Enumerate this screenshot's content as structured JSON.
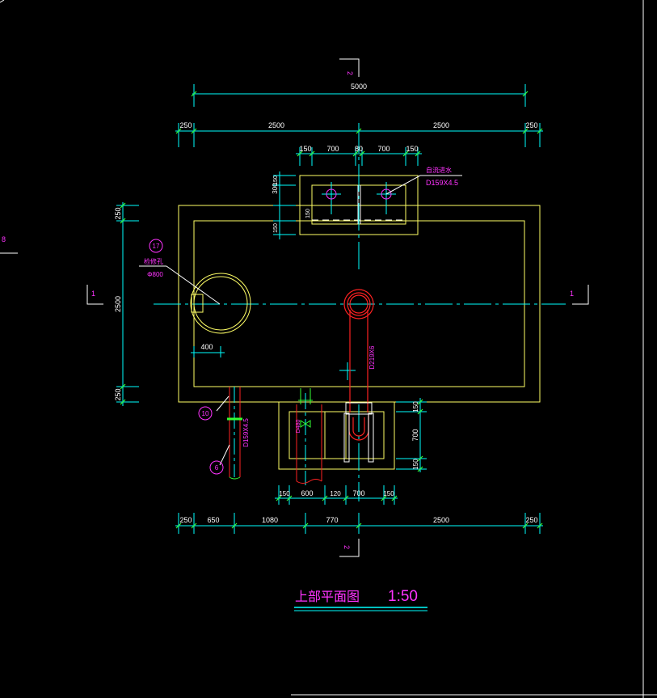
{
  "title": {
    "text": "上部平面图",
    "scale": "1:50"
  },
  "dims": {
    "top_total": "5000",
    "top_row": [
      "250",
      "2500",
      "2500",
      "250"
    ],
    "top_box": [
      "150",
      "700",
      "80",
      "700",
      "150"
    ],
    "left_box": [
      "300",
      "150",
      "150",
      "150"
    ],
    "left_side": [
      "250",
      "2500",
      "250"
    ],
    "manhole_offset": "400",
    "right_box": [
      "150",
      "700",
      "150"
    ],
    "bottom_box": [
      "150",
      "600",
      "120",
      "700",
      "150"
    ],
    "bottom_row": [
      "250",
      "650",
      "1080",
      "770",
      "2500",
      "250"
    ]
  },
  "labels": {
    "manhole_num": "17",
    "manhole_name": "检修孔",
    "manhole_dia": "Φ800",
    "pipe_top_name": "自流进水",
    "pipe_top_spec": "D159X4.5",
    "pipe_center_spec": "D219X6",
    "pipe_left_spec": "D159X4.5",
    "bottom_box_spec": "D480",
    "callout_10": "10",
    "callout_6": "6"
  },
  "sections": {
    "sec_1": "1",
    "sec_2": "2",
    "edge_mark": "8"
  },
  "colors": {
    "outline": "#ffff66",
    "dimension": "#00ffff",
    "annotation": "#ff33ff",
    "pipe": "#ff2222",
    "fitting": "#33ff33",
    "background": "#000000"
  }
}
